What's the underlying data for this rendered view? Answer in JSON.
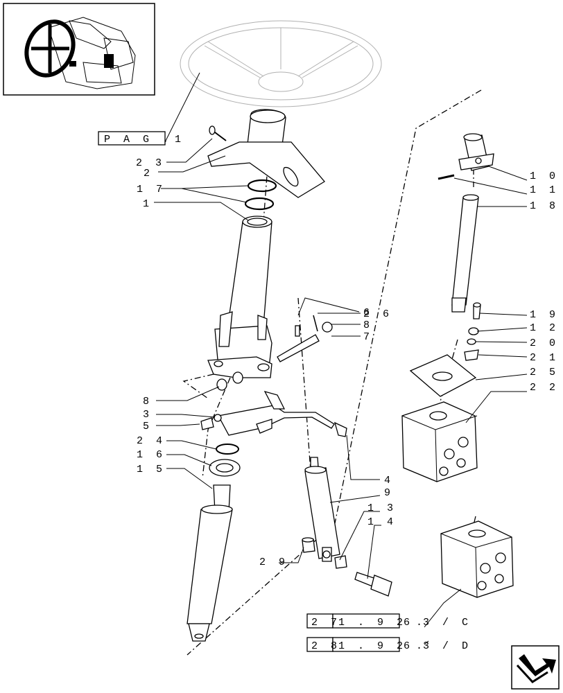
{
  "page_ref": {
    "box": "P A G .",
    "num": "1"
  },
  "callouts": [
    {
      "id": "c23",
      "text": "2 3"
    },
    {
      "id": "c2",
      "text": "2"
    },
    {
      "id": "c17",
      "text": "1 7"
    },
    {
      "id": "c1",
      "text": "1"
    },
    {
      "id": "c8a",
      "text": "8"
    },
    {
      "id": "c3",
      "text": "3"
    },
    {
      "id": "c5",
      "text": "5"
    },
    {
      "id": "c24",
      "text": "2 4"
    },
    {
      "id": "c16",
      "text": "1 6"
    },
    {
      "id": "c15",
      "text": "1 5"
    },
    {
      "id": "c6",
      "text": "6"
    },
    {
      "id": "c26",
      "text": "2 6"
    },
    {
      "id": "c8b",
      "text": "8"
    },
    {
      "id": "c7",
      "text": "7"
    },
    {
      "id": "c10",
      "text": "1 0"
    },
    {
      "id": "c11",
      "text": "1 1"
    },
    {
      "id": "c18",
      "text": "1 8"
    },
    {
      "id": "c19",
      "text": "1 9"
    },
    {
      "id": "c12",
      "text": "1 2"
    },
    {
      "id": "c20",
      "text": "2 0"
    },
    {
      "id": "c21",
      "text": "2 1"
    },
    {
      "id": "c25",
      "text": "2 5"
    },
    {
      "id": "c22",
      "text": "2 2"
    },
    {
      "id": "c4",
      "text": "4"
    },
    {
      "id": "c9",
      "text": "9"
    },
    {
      "id": "c13",
      "text": "1 3"
    },
    {
      "id": "c14",
      "text": "1 4"
    },
    {
      "id": "c29",
      "text": "2 9"
    }
  ],
  "refs": [
    {
      "prefix": "2 7",
      "code": "1 . 9 2 .",
      "suffix": "6 3 / C"
    },
    {
      "prefix": "2 8",
      "code": "1 . 9 2 .",
      "suffix": "6 3 / D"
    }
  ],
  "icons": {
    "thumbnail": "tractor-steering-thumbnail-icon",
    "navigation": "next-page-arrow-icon"
  }
}
